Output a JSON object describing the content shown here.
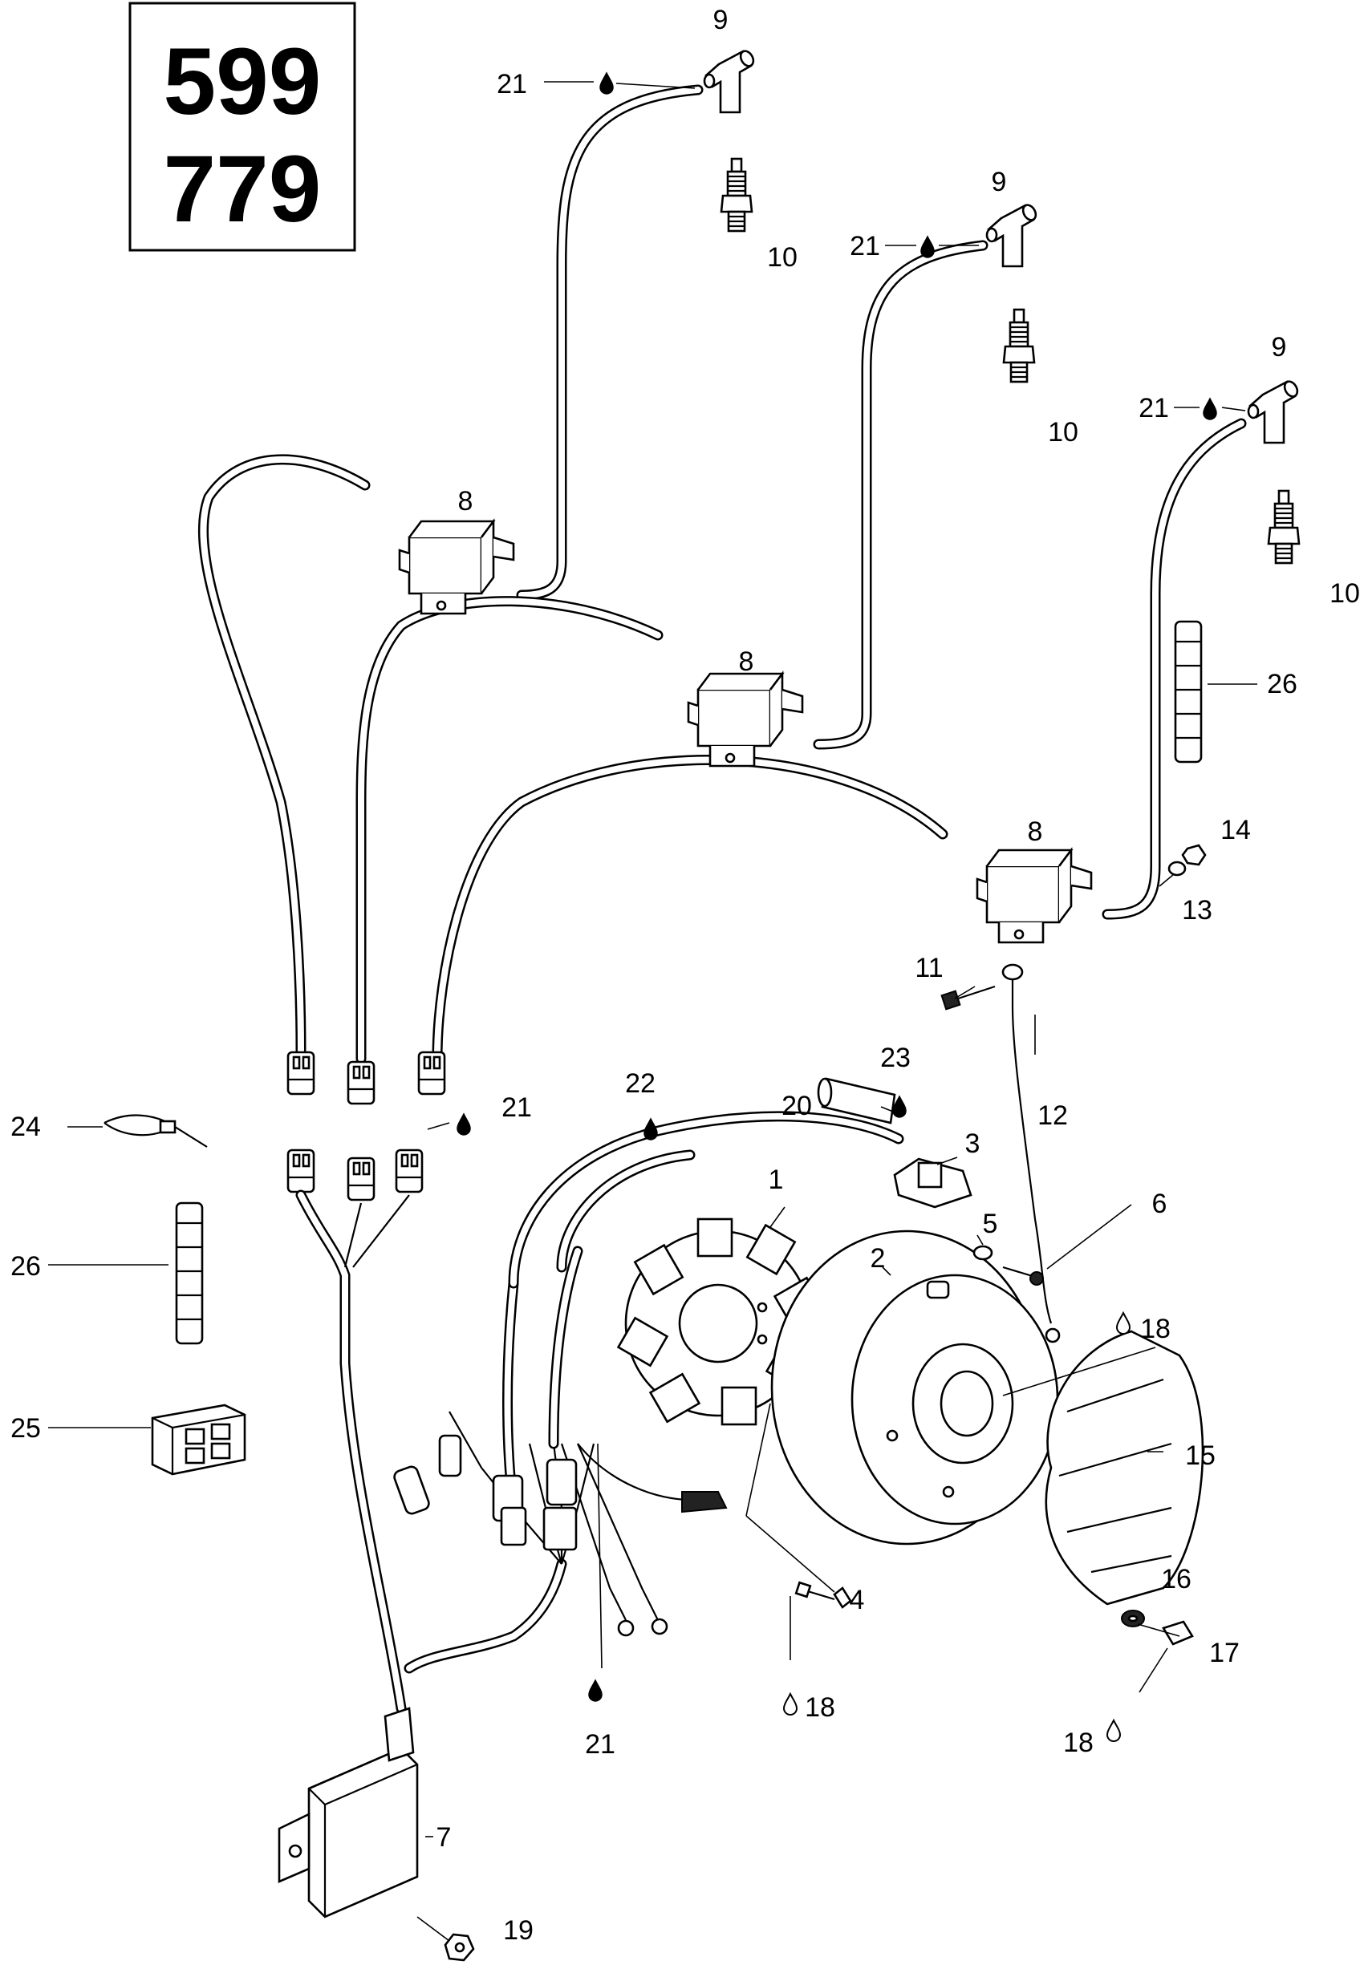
{
  "engine_codes": [
    "599",
    "779"
  ],
  "callouts": {
    "c1": "1",
    "c2": "2",
    "c3": "3",
    "c4": "4",
    "c5": "5",
    "c6": "6",
    "c7": "7",
    "c8a": "8",
    "c8b": "8",
    "c8c": "8",
    "c9a": "9",
    "c9b": "9",
    "c9c": "9",
    "c10a": "10",
    "c10b": "10",
    "c10c": "10",
    "c11": "11",
    "c12": "12",
    "c13": "13",
    "c14": "14",
    "c15": "15",
    "c16": "16",
    "c17": "17",
    "c18a": "18",
    "c18b": "18",
    "c18c": "18",
    "c19": "19",
    "c20": "20",
    "c21a": "21",
    "c21b": "21",
    "c21c": "21",
    "c21d": "21",
    "c21e": "21",
    "c22": "22",
    "c23": "23",
    "c24": "24",
    "c25": "25",
    "c26a": "26",
    "c26b": "26"
  },
  "lubricant_symbols": {
    "solid_drop": "dark-lubricant-drop-icon",
    "open_drop": "light-lubricant-drop-icon"
  }
}
